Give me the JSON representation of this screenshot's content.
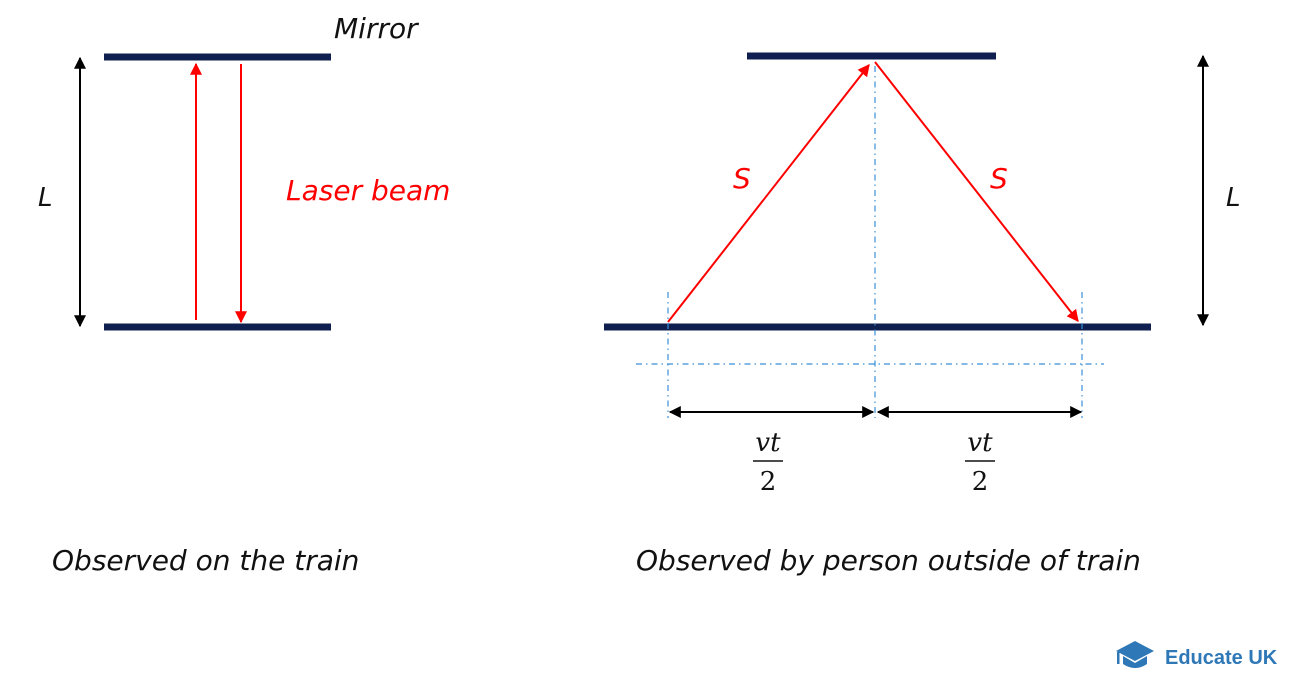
{
  "labels": {
    "mirror": "Mirror",
    "laser_beam": "Laser beam",
    "length_left": "L",
    "length_right": "L",
    "path_left": "S",
    "path_right": "S",
    "half_distance_left_numerator": "vt",
    "half_distance_left_denominator": "2",
    "half_distance_right_numerator": "vt",
    "half_distance_right_denominator": "2",
    "caption_left": "Observed on the train",
    "caption_right": "Observed by person outside of train"
  },
  "brand": {
    "name": "Educate UK",
    "logo_icon": "graduation-cap-icon"
  },
  "colors": {
    "mirror": "#0f1f4f",
    "beam": "#ff0000",
    "dimension": "#000000",
    "guide": "#3b8fd6",
    "brand": "#2f78b7",
    "text": "#111111"
  }
}
